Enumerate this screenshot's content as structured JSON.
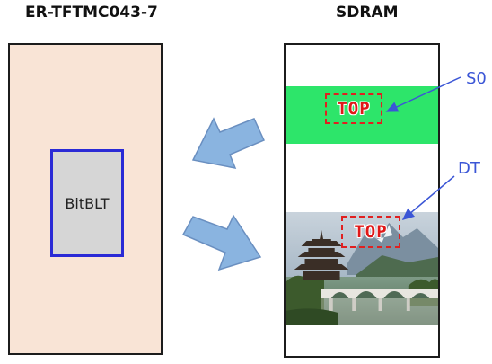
{
  "titles": {
    "lcd": "ER-TFTMC043-7",
    "sdram": "SDRAM"
  },
  "lcd": {
    "box_label": "BitBLT"
  },
  "sdram": {
    "source_text": "TOP",
    "dest_text": "TOP"
  },
  "labels": {
    "source": "S0",
    "dest": "DT"
  },
  "colors": {
    "lcd_background": "#f9e4d6",
    "bitblt_border": "#2a2ad6",
    "bitblt_fill": "#d6d6d6",
    "green_band": "#2de56a",
    "top_text": "#e01818",
    "pointer_arrows": "#3b56d6",
    "flow_arrows": "#8ab4e0"
  },
  "icons": {
    "flow_left": "arrow-left-down-icon",
    "flow_right": "arrow-right-down-icon"
  }
}
